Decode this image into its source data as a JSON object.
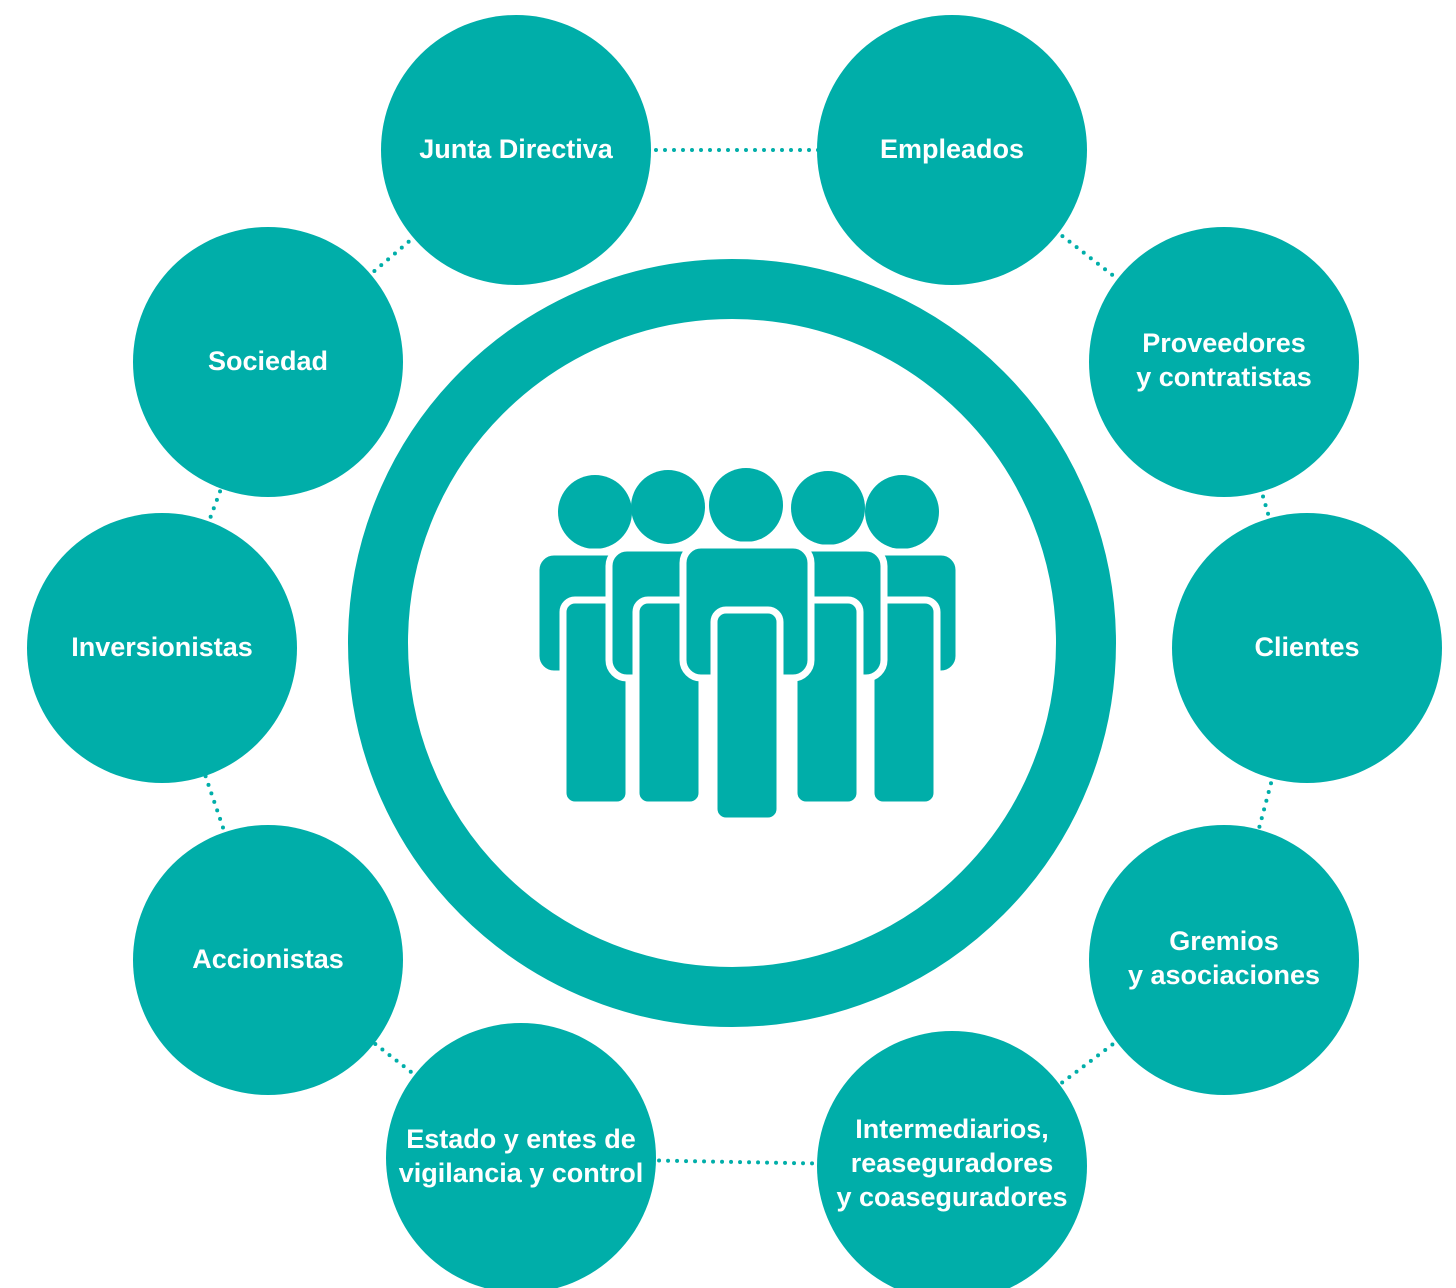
{
  "colors": {
    "accent": "#00AEA9",
    "background": "#FFFFFF",
    "label": "#FFFFFF"
  },
  "center": {
    "icon": "group-of-people-icon"
  },
  "stakeholders": [
    {
      "id": "junta-directiva",
      "lines": [
        "Junta Directiva"
      ]
    },
    {
      "id": "empleados",
      "lines": [
        "Empleados"
      ]
    },
    {
      "id": "proveedores",
      "lines": [
        "Proveedores",
        "y contratistas"
      ]
    },
    {
      "id": "clientes",
      "lines": [
        "Clientes"
      ]
    },
    {
      "id": "gremios",
      "lines": [
        "Gremios",
        "y asociaciones"
      ]
    },
    {
      "id": "intermediarios",
      "lines": [
        "Intermediarios,",
        "reaseguradores",
        "y coaseguradores"
      ]
    },
    {
      "id": "estado",
      "lines": [
        "Estado y entes de",
        "vigilancia y control"
      ]
    },
    {
      "id": "accionistas",
      "lines": [
        "Accionistas"
      ]
    },
    {
      "id": "inversionistas",
      "lines": [
        "Inversionistas"
      ]
    },
    {
      "id": "sociedad",
      "lines": [
        "Sociedad"
      ]
    }
  ]
}
